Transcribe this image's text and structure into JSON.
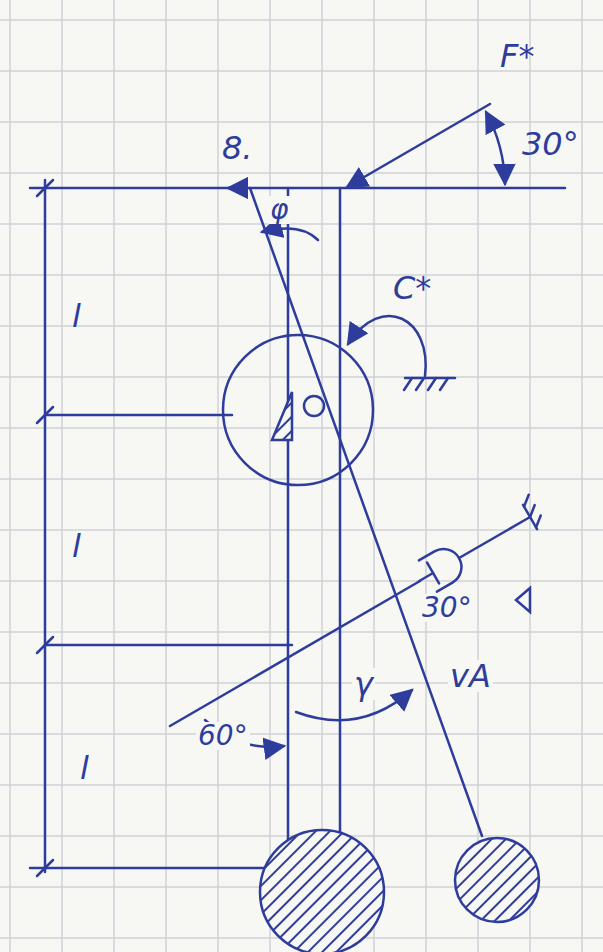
{
  "diagram": {
    "labels": [
      "8.",
      "F*",
      "30°",
      "φ",
      "C*",
      "l",
      "l",
      "l",
      "30°",
      "γ",
      "vA",
      "60°"
    ]
  }
}
